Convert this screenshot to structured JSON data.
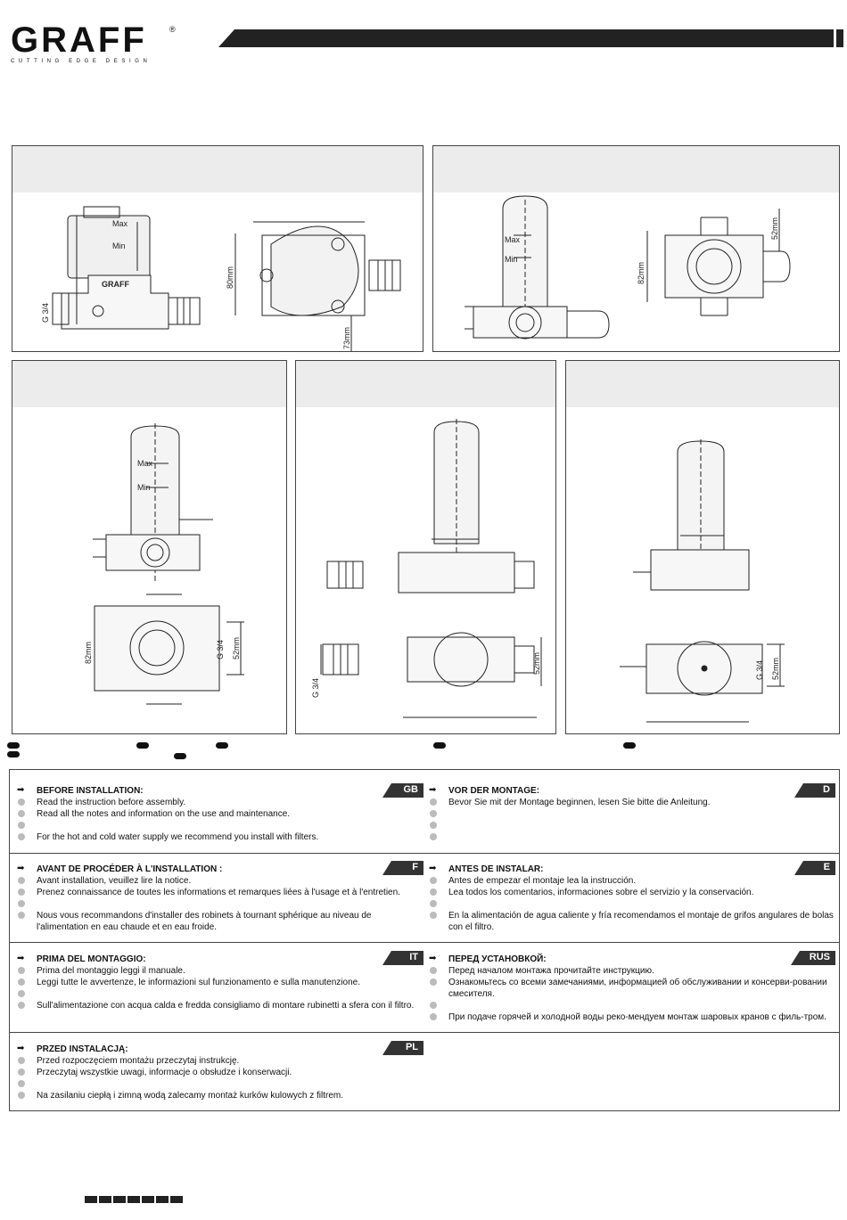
{
  "brand": {
    "name": "GRAFF",
    "registered": "®",
    "tagline": "CUTTING EDGE DESIGN"
  },
  "diagrams": {
    "valve_label": "GRAFF",
    "scale_max": "Max",
    "scale_min": "Min",
    "p1": {
      "dim_a": "G 3/4",
      "dim_b": "80mm",
      "dim_c": "73mm"
    },
    "p2": {
      "dim_a": "82mm",
      "dim_b": "52mm"
    },
    "p3": {
      "dim_a": "82mm",
      "dim_b": "G 3/4",
      "dim_c": "52mm"
    },
    "p4": {
      "dim_a": "G 3/4",
      "dim_b": "52mm"
    },
    "p5": {
      "dim_a": "G 3/4",
      "dim_b": "52mm"
    }
  },
  "sections": {
    "gb": {
      "badge": "GB",
      "title": "BEFORE INSTALLATION:",
      "lines": [
        "Read the instruction before assembly.",
        "Read all the notes and information on the use and maintenance.",
        "",
        "For the hot and cold water supply we recommend you install            with filters."
      ]
    },
    "d": {
      "badge": "D",
      "title": "VOR DER MONTAGE:",
      "lines": [
        "Bevor Sie mit der Montage beginnen, lesen Sie bitte die Anleitung.",
        "",
        "",
        ""
      ]
    },
    "f": {
      "badge": "F",
      "title": "AVANT DE PROCÉDER À L'INSTALLATION :",
      "lines": [
        "Avant installation, veuillez lire la notice.",
        "Prenez connaissance de toutes les informations et remarques liées à l'usage et à l'entretien.",
        "",
        "Nous vous recommandons d'installer des robinets à tournant sphérique au niveau de l'alimentation en eau chaude et en eau froide."
      ]
    },
    "e": {
      "badge": "E",
      "title": "ANTES DE INSTALAR:",
      "lines": [
        "Antes de empezar el montaje lea la instrucción.",
        "Lea todos los comentarios, informaciones sobre el servizio y la conservación.",
        "",
        "En la alimentación de agua caliente y fría recomendamos el montaje de grifos angulares de bolas con el filtro."
      ]
    },
    "it": {
      "badge": "IT",
      "title": "PRIMA DEL MONTAGGIO:",
      "lines": [
        "Prima del montaggio leggi il manuale.",
        "Leggi tutte le avvertenze, le informazioni sul funzionamento e sulla manutenzione.",
        "",
        "Sull'alimentazione con acqua calda e fredda consigliamo di montare rubinetti a sfera con il filtro."
      ]
    },
    "rus": {
      "badge": "RUS",
      "title": "ПЕРЕД УСТАНОВКОЙ:",
      "lines": [
        "Перед началом монтажа прочитайте инструкцию.",
        "Ознакомьтесь со всеми замечаниями, информацией об обслуживании и консерви-ровании смесителя.",
        "",
        "При подаче горячей и холодной воды реко-мендуем монтаж шаровых кранов с филь-тром."
      ]
    },
    "pl": {
      "badge": "PL",
      "title": "PRZED INSTALACJĄ:",
      "lines": [
        "Przed rozpoczęciem montażu przeczytaj instrukcję.",
        "Przeczytaj wszystkie uwagi, informacje o obsłudze i konserwacji.",
        "",
        "Na zasilaniu ciepłą i zimną wodą zalecamy montaż kurków kulowych z filtrem."
      ]
    }
  }
}
